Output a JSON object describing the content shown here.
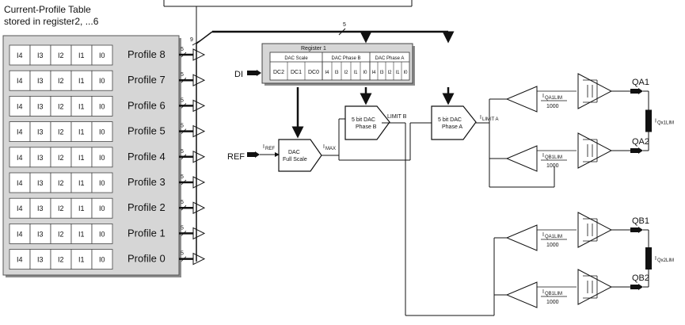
{
  "table_title_line1": "Current-Profile Table",
  "table_title_line2": "stored in register2, ...6",
  "row_cells": [
    "I4",
    "I3",
    "I2",
    "I1",
    "I0"
  ],
  "profiles": [
    "Profile 8",
    "Profile 7",
    "Profile 6",
    "Profile 5",
    "Profile 4",
    "Profile 3",
    "Profile 2",
    "Profile 1",
    "Profile 0"
  ],
  "bus_width_5": "5",
  "bus_width_9": "9",
  "register": {
    "title": "Register 1",
    "groups": [
      "DAC Scale",
      "DAC Phase B",
      "DAC Phase A"
    ],
    "cells": [
      "DC2",
      "DC1",
      "DC0",
      "I4",
      "I3",
      "I2",
      "I1",
      "I0",
      "I4",
      "I3",
      "I2",
      "I1",
      "I0"
    ]
  },
  "di_label": "DI",
  "ref_label": "REF",
  "iref": {
    "main": "I",
    "sub": "REF"
  },
  "imax": {
    "main": "I",
    "sub": "MAX"
  },
  "dac_full": {
    "line1": "DAC",
    "line2": "Full Scale"
  },
  "dac_b": {
    "line1": "5 bit DAC",
    "line2": "Phase B"
  },
  "dac_a": {
    "line1": "5 bit DAC",
    "line2": "Phase A"
  },
  "limit_b": "LIMIT B",
  "ilimit_a": {
    "main": "I",
    "sub": "LIMIT A"
  },
  "outputs": [
    "QA1",
    "QA2",
    "QB1",
    "QB2"
  ],
  "current_labels": [
    {
      "main": "I",
      "sub": "QA1LIM",
      "den": "1000"
    },
    {
      "main": "I",
      "sub": "QB1LIM",
      "den": "1000"
    },
    {
      "main": "I",
      "sub": "QA1LIM",
      "den": "1000"
    },
    {
      "main": "I",
      "sub": "QB1LIM",
      "den": "1000"
    }
  ],
  "sense_labels": [
    {
      "main": "I",
      "sub": "Qx1LIM"
    },
    {
      "main": "I",
      "sub": "Qx2LIM"
    }
  ]
}
